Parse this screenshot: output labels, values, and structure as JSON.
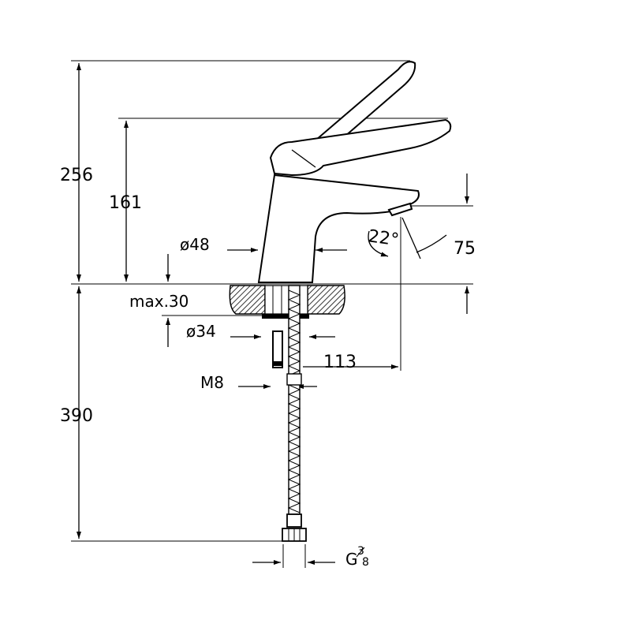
{
  "dimensions": {
    "total_height": "256",
    "spout_height": "161",
    "base_diameter": "ø48",
    "deck_thickness": "max.30",
    "hole_diameter": "ø34",
    "stud_thread": "M8",
    "projection": "113",
    "hose_length": "390",
    "spray_angle": "22°",
    "spout_angle": "75",
    "connection_prefix": "G",
    "connection_num": "3",
    "connection_den": "8"
  }
}
